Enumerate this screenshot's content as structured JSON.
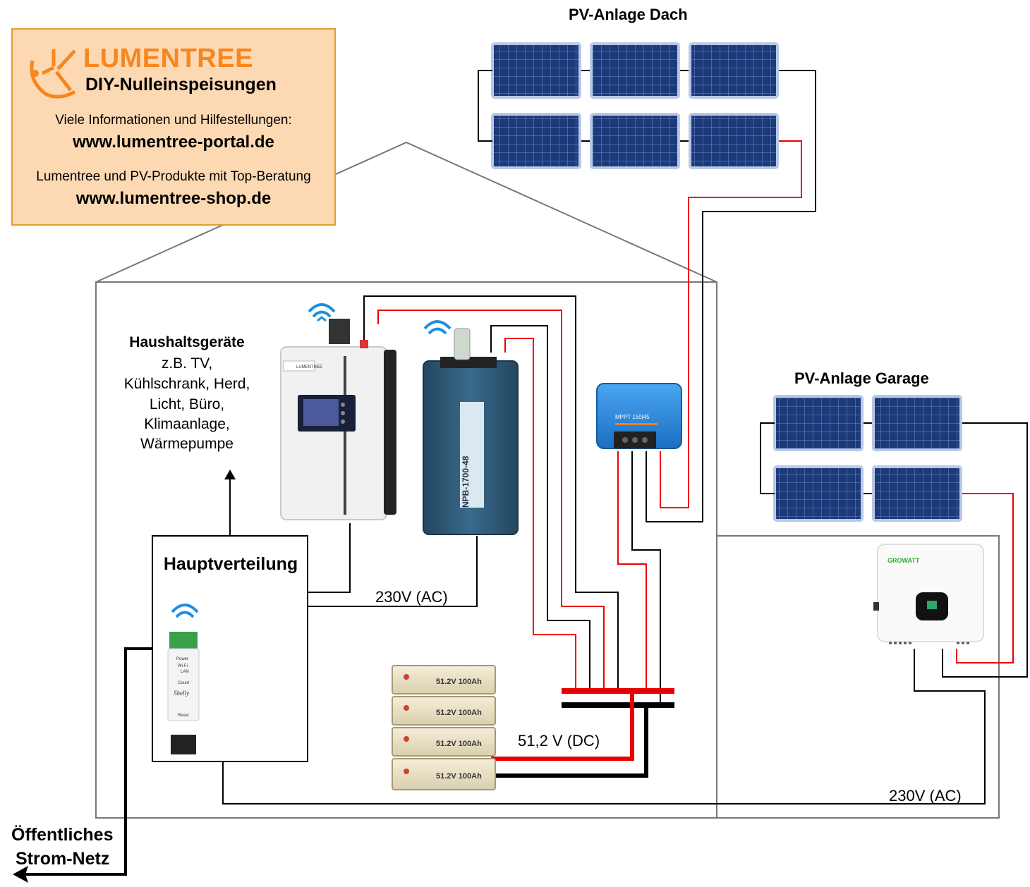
{
  "infobox": {
    "brand": "LUMENTREE",
    "subtitle": "DIY-Nulleinspeisungen",
    "info_line": "Viele Informationen und Hilfestellungen:",
    "portal_url": "www.lumentree-portal.de",
    "shop_line": "Lumentree und PV-Produkte mit Top-Beratung",
    "shop_url": "www.lumentree-shop.de"
  },
  "labels": {
    "pv_roof": "PV-Anlage Dach",
    "pv_garage": "PV-Anlage Garage",
    "appliances_title": "Haushaltsgeräte",
    "appliances_lines": [
      "z.B. TV,",
      "Kühlschrank, Herd,",
      "Licht, Büro,",
      "Klimaanlage,",
      "Wärmepumpe"
    ],
    "main_panel": "Hauptverteilung",
    "ac_label_1": "230V (AC)",
    "ac_label_2": "230V (AC)",
    "dc_label": "51,2 V (DC)",
    "public_grid_1": "Öffentliches",
    "public_grid_2": "Strom-Netz"
  },
  "devices": {
    "lumentree_logo": "LUMENTREE",
    "charger_model": "NPB-1700-48",
    "mppt_model": "MPPT 150|45",
    "growatt_brand": "GROWATT",
    "battery_label": "51.2V 100Ah",
    "shelly_brand": "Shelly",
    "shelly_power": "Power",
    "shelly_wifi": "Wi-Fi",
    "shelly_lan": "LAN",
    "shelly_count": "Count",
    "shelly_reset": "Reset"
  },
  "colors": {
    "accent": "#f7861f",
    "infobox_bg": "#fdd9b3",
    "infobox_border": "#e69b32",
    "dc_positive": "#e60000",
    "dc_negative": "#000000",
    "panel_blue": "#1c3a7a",
    "charger_blue": "#2f5a7a",
    "mppt_blue": "#2d8fe0"
  },
  "icons": [
    "lumentree-logo-icon",
    "wifi-icon",
    "solar-panel-icon",
    "battery-icon"
  ]
}
